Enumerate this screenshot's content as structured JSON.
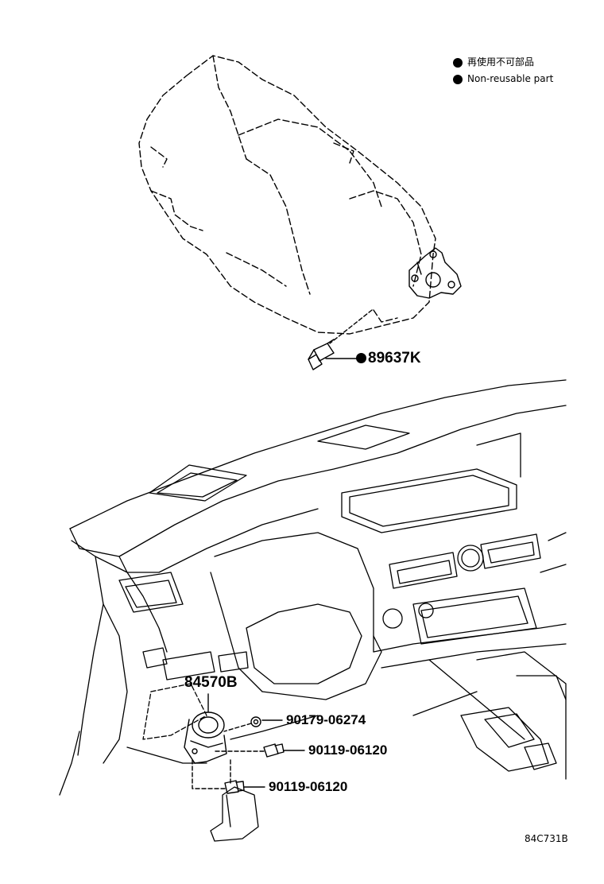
{
  "legend": {
    "line1": "再使用不可部品",
    "line2": "Non-reusable part"
  },
  "parts": {
    "speed_sensor": "89637K",
    "ignition_switch": "84570B",
    "clip": "90179-06274",
    "screw_upper": "90119-06120",
    "screw_lower": "90119-06120"
  },
  "illustration_code": "84C731B"
}
